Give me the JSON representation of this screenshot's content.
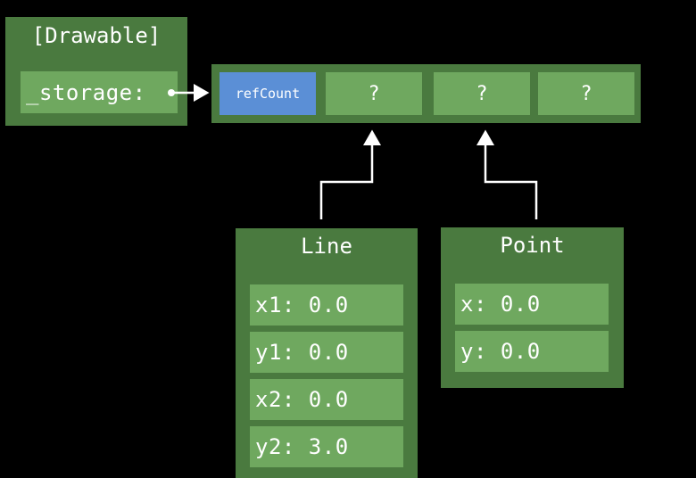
{
  "drawable": {
    "title": "[Drawable]",
    "storage_label": "_storage:"
  },
  "buffer": {
    "ref_count_label": "refCount",
    "slots": [
      "?",
      "?",
      "?"
    ]
  },
  "line": {
    "title": "Line",
    "fields": [
      "x1: 0.0",
      "y1: 0.0",
      "x2: 0.0",
      "y2: 3.0"
    ]
  },
  "point": {
    "title": "Point",
    "fields": [
      "x: 0.0",
      "y: 0.0"
    ]
  },
  "colors": {
    "background": "#000000",
    "box_outer": "#4a7a3f",
    "cell": "#6fa85f",
    "ref_count": "#5b8fd6",
    "arrow": "#ffffff"
  }
}
